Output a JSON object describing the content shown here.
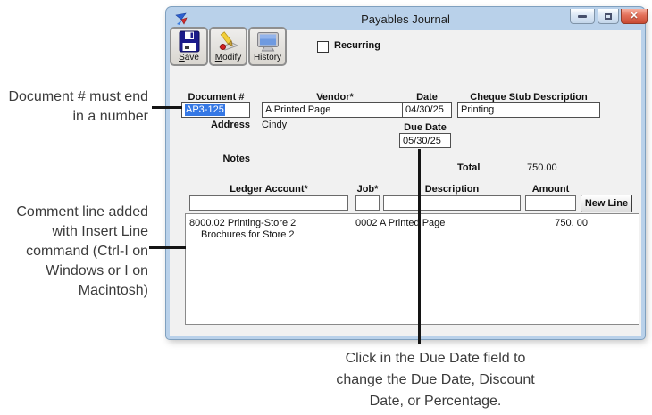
{
  "window": {
    "title": "Payables Journal",
    "controls": {
      "close_glyph": "✕"
    }
  },
  "toolbar": {
    "buttons": [
      {
        "label": "Save",
        "icon": "floppy-disk-icon"
      },
      {
        "label": "Modify",
        "icon": "pencil-icon"
      },
      {
        "label": "History",
        "icon": "monitor-icon"
      }
    ]
  },
  "recurring": {
    "label": "Recurring",
    "checked": false
  },
  "form": {
    "document_label": "Document #",
    "document_value": "AP3-125",
    "vendor_label": "Vendor*",
    "vendor_value": "A Printed Page",
    "date_label": "Date",
    "date_value": "04/30/25",
    "cheque_label": "Cheque Stub Description",
    "cheque_value": "Printing",
    "address_label": "Address",
    "address_value": "Cindy",
    "due_date_label": "Due Date",
    "due_date_value": "05/30/25",
    "notes_label": "Notes",
    "total_label": "Total",
    "total_value": "750.00"
  },
  "table": {
    "headers": {
      "account": "Ledger Account*",
      "job": "Job*",
      "description": "Description",
      "amount": "Amount"
    },
    "new_line_label": "New Line",
    "rows": [
      {
        "account": "8000.02 Printing-Store 2",
        "job": "0002",
        "description": "A Printed Page",
        "amount": "750. 00"
      },
      {
        "comment": "Brochures for Store 2"
      }
    ]
  },
  "annotations": {
    "document_note": "Document # must end\nin a number",
    "comment_note": "Comment line added\nwith Insert Line\ncommand (Ctrl-I on\nWindows or I on\nMacintosh)",
    "due_date_note": "Click in the Due Date field to\nchange the Due Date, Discount\nDate, or Percentage."
  },
  "colors": {
    "window_frame": "#b9d1ea",
    "client_bg": "#f1f1f1",
    "close_button": "#d55a40",
    "selection": "#3578e5",
    "callout_line": "#141414"
  }
}
